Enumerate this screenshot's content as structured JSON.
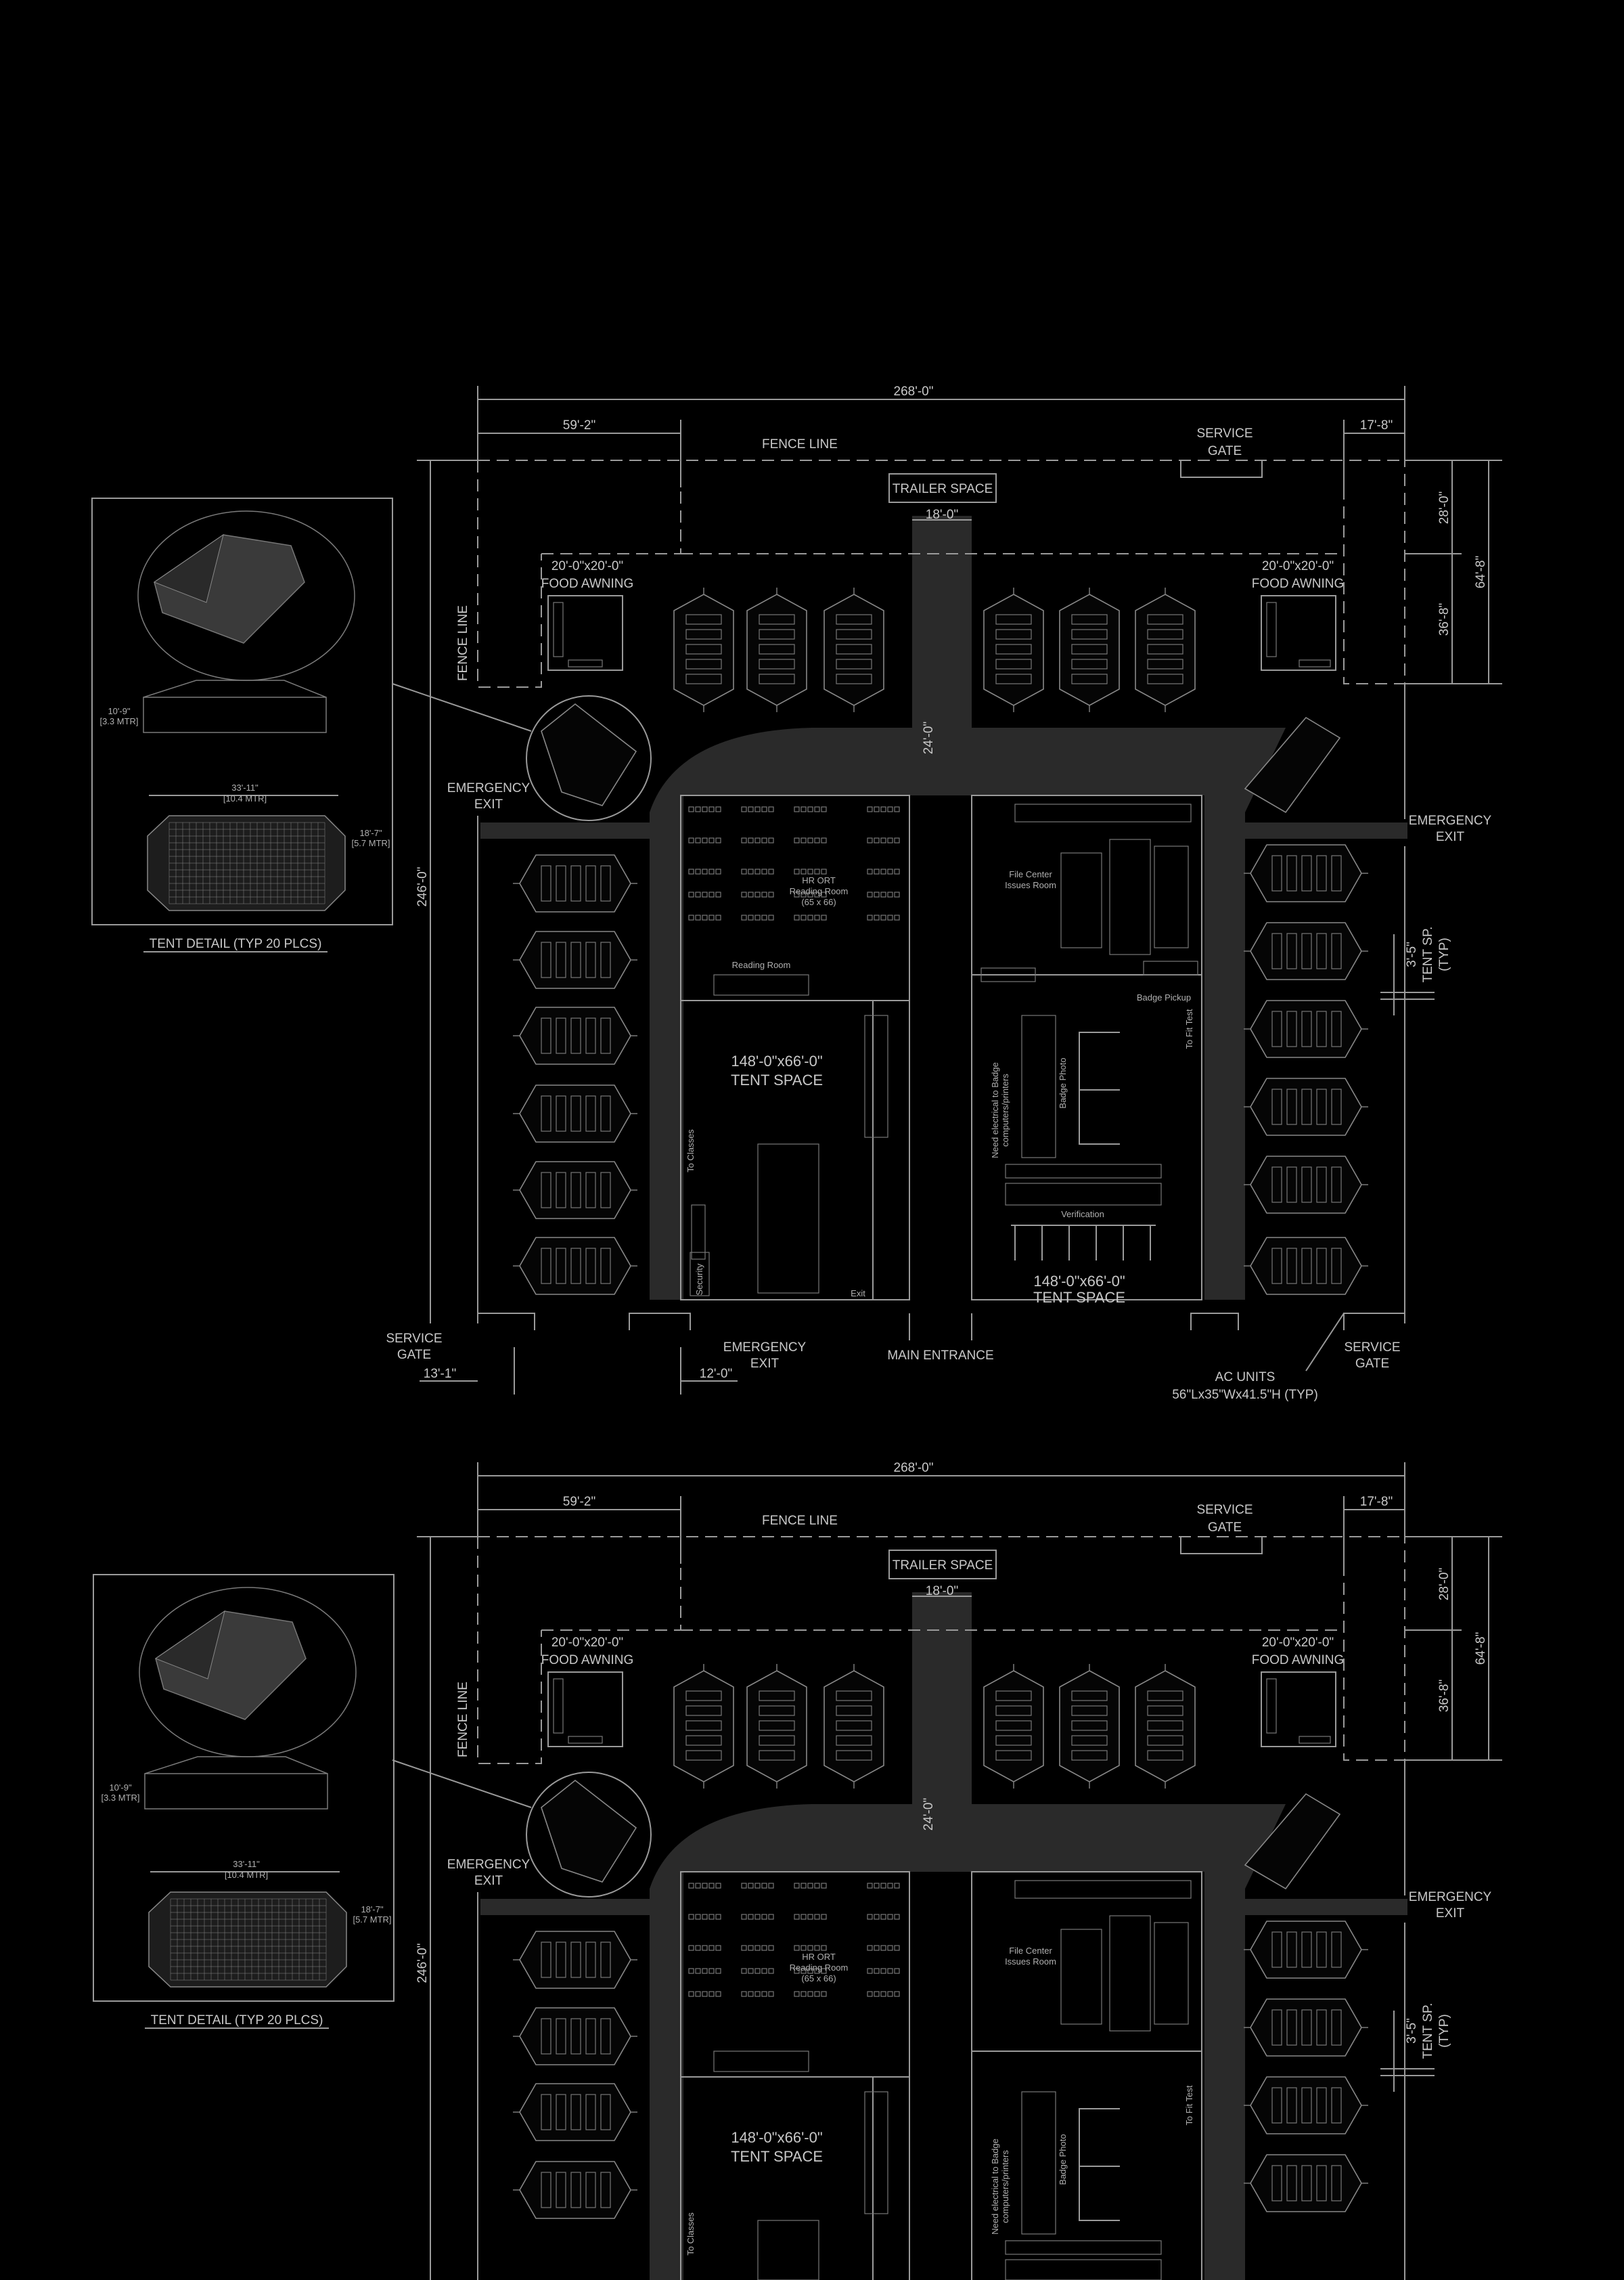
{
  "plans": [
    {
      "dim_overall": "268'-0\"",
      "dim_left": "59'-2\"",
      "dim_right": "17'-8\"",
      "fence_line": "FENCE LINE",
      "fence_line_side": "FENCE LINE",
      "service_gate_top_1": "SERVICE",
      "service_gate_top_2": "GATE",
      "trailer_space": "TRAILER SPACE",
      "dim_trailer": "18'-0\"",
      "food_awning_left_1": "20'-0\"x20'-0\"",
      "food_awning_left_2": "FOOD AWNING",
      "food_awning_right_1": "20'-0\"x20'-0\"",
      "food_awning_right_2": "FOOD AWNING",
      "dim_28": "28'-0\"",
      "dim_36": "36'-8\"",
      "dim_64": "64'-8\"",
      "dim_24": "24'-0\"",
      "dim_246": "246'-0\"",
      "emergency_exit_left_1": "EMERGENCY",
      "emergency_exit_left_2": "EXIT",
      "emergency_exit_right_1": "EMERGENCY",
      "emergency_exit_right_2": "EXIT",
      "tent_sp_1": "3'-5\"",
      "tent_sp_2": "TENT SP.",
      "tent_sp_3": "(TYP)",
      "hr_ort_1": "HR ORT",
      "hr_ort_2": "Reading Room",
      "hr_ort_3": "(65 x 66)",
      "reading_room": "Reading Room",
      "tent_space_left_1": "148'-0\"x66'-0\"",
      "tent_space_left_2": "TENT SPACE",
      "tent_space_right_1": "148'-0\"x66'-0\"",
      "tent_space_right_2": "TENT SPACE",
      "file_center_1": "File Center",
      "file_center_2": "Issues Room",
      "badge_photo": "Badge Photo",
      "badge_pickup": "Badge Pickup",
      "verification": "Verification",
      "need_electrical_1": "Need electrical to Badge",
      "need_electrical_2": "computers/printers",
      "to_fit_test": "To Fit Test",
      "to_classes": "To Classes",
      "security": "Security",
      "exit": "Exit",
      "service_gate_bl_1": "SERVICE",
      "service_gate_bl_2": "GATE",
      "dim_13": "13'-1\"",
      "emergency_exit_bottom_1": "EMERGENCY",
      "emergency_exit_bottom_2": "EXIT",
      "dim_12": "12'-0\"",
      "main_entrance": "MAIN ENTRANCE",
      "service_gate_br_1": "SERVICE",
      "service_gate_br_2": "GATE",
      "ac_units_1": "AC UNITS",
      "ac_units_2": "56\"Lx35\"Wx41.5\"H (TYP)",
      "tent_detail": "TENT DETAIL (TYP 20 PLCS)",
      "detail_dim_1": "10'-9\"",
      "detail_dim_1b": "[3.3 MTR]",
      "detail_dim_2": "33'-11\"",
      "detail_dim_2b": "[10.4 MTR]",
      "detail_dim_3": "18'-7\"",
      "detail_dim_3b": "[5.7 MTR]"
    },
    {
      "dim_overall": "268'-0\"",
      "dim_left": "59'-2\"",
      "dim_right": "17'-8\"",
      "fence_line": "FENCE LINE",
      "fence_line_side": "FENCE LINE",
      "service_gate_top_1": "SERVICE",
      "service_gate_top_2": "GATE",
      "trailer_space": "TRAILER SPACE",
      "dim_trailer": "18'-0\"",
      "food_awning_left_1": "20'-0\"x20'-0\"",
      "food_awning_left_2": "FOOD AWNING",
      "food_awning_right_1": "20'-0\"x20'-0\"",
      "food_awning_right_2": "FOOD AWNING",
      "dim_28": "28'-0\"",
      "dim_36": "36'-8\"",
      "dim_64": "64'-8\"",
      "dim_24": "24'-0\"",
      "dim_246": "246'-0\"",
      "emergency_exit_left_1": "EMERGENCY",
      "emergency_exit_left_2": "EXIT",
      "emergency_exit_right_1": "EMERGENCY",
      "emergency_exit_right_2": "EXIT",
      "tent_sp_1": "3'-5\"",
      "tent_sp_2": "TENT SP.",
      "tent_sp_3": "(TYP)",
      "hr_ort_1": "HR ORT",
      "hr_ort_2": "Reading Room",
      "hr_ort_3": "(65 x 66)",
      "tent_space_left_1": "148'-0\"x66'-0\"",
      "tent_space_left_2": "TENT SPACE",
      "file_center_1": "File Center",
      "file_center_2": "Issues Room",
      "badge_photo": "Badge Photo",
      "need_electrical_1": "Need electrical to Badge",
      "need_electrical_2": "computers/printers",
      "to_fit_test": "To Fit Test",
      "to_classes": "To Classes",
      "tent_detail": "TENT DETAIL (TYP 20 PLCS)",
      "detail_dim_1": "10'-9\"",
      "detail_dim_1b": "[3.3 MTR]",
      "detail_dim_2": "33'-11\"",
      "detail_dim_2b": "[10.4 MTR]",
      "detail_dim_3": "18'-7\"",
      "detail_dim_3b": "[5.7 MTR]"
    }
  ]
}
